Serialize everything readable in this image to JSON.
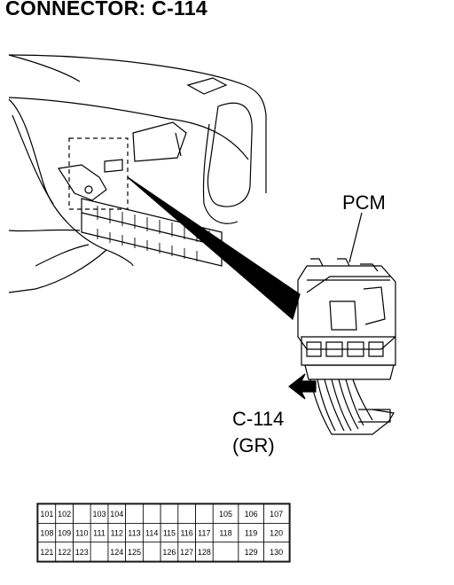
{
  "title": "CONNECTOR: C-114",
  "labels": {
    "module": "PCM",
    "connector_id": "C-114",
    "connector_color": "(GR)"
  },
  "pinout": {
    "rows": [
      [
        "101",
        "102",
        "",
        "103",
        "104",
        "",
        "",
        "",
        "",
        "",
        "105",
        "106",
        "107"
      ],
      [
        "108",
        "109",
        "110",
        "111",
        "112",
        "113",
        "114",
        "115",
        "116",
        "117",
        "118",
        "119",
        "120"
      ],
      [
        "121",
        "122",
        "123",
        "",
        "124",
        "125",
        "",
        "126",
        "127",
        "128",
        "",
        "129",
        "130"
      ]
    ]
  }
}
